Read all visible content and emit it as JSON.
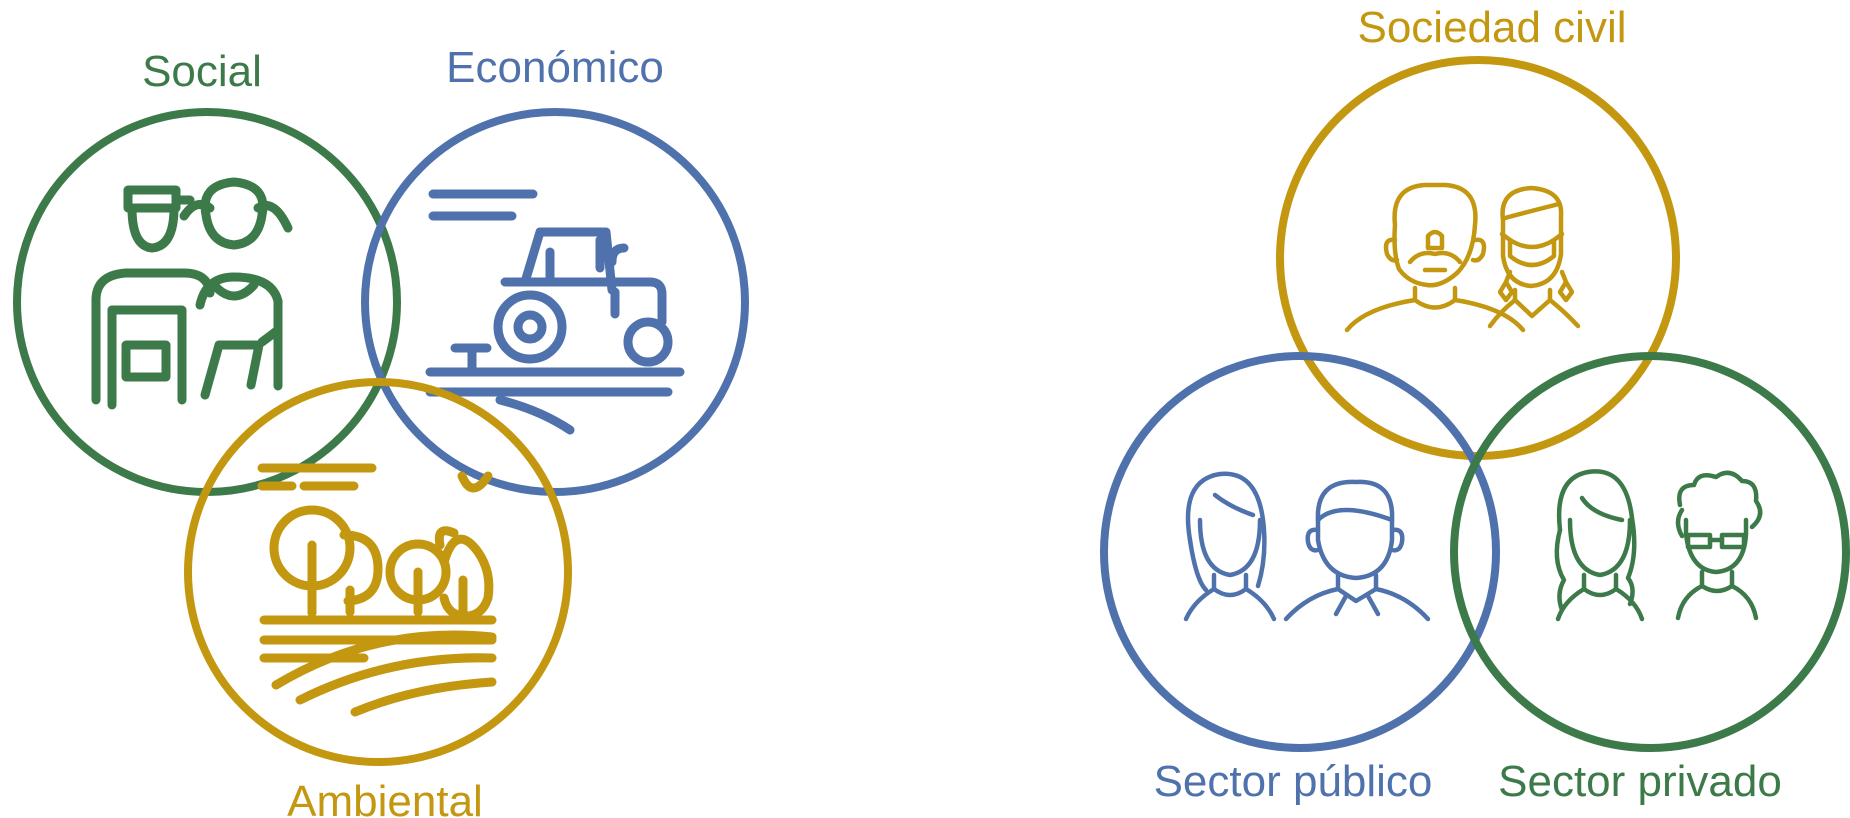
{
  "colors": {
    "green": "#3d7a4a",
    "blue": "#4f72ad",
    "gold": "#c3970f"
  },
  "left_diagram": {
    "social": {
      "label": "Social",
      "icon": "farmers-icon"
    },
    "economico": {
      "label": "Económico",
      "icon": "tractor-icon"
    },
    "ambiental": {
      "label": "Ambiental",
      "icon": "landscape-icon"
    }
  },
  "right_diagram": {
    "sociedad_civil": {
      "label": "Sociedad civil",
      "icon": "civil-people-icon"
    },
    "sector_publico": {
      "label": "Sector público",
      "icon": "public-people-icon"
    },
    "sector_privado": {
      "label": "Sector privado",
      "icon": "private-people-icon"
    }
  }
}
